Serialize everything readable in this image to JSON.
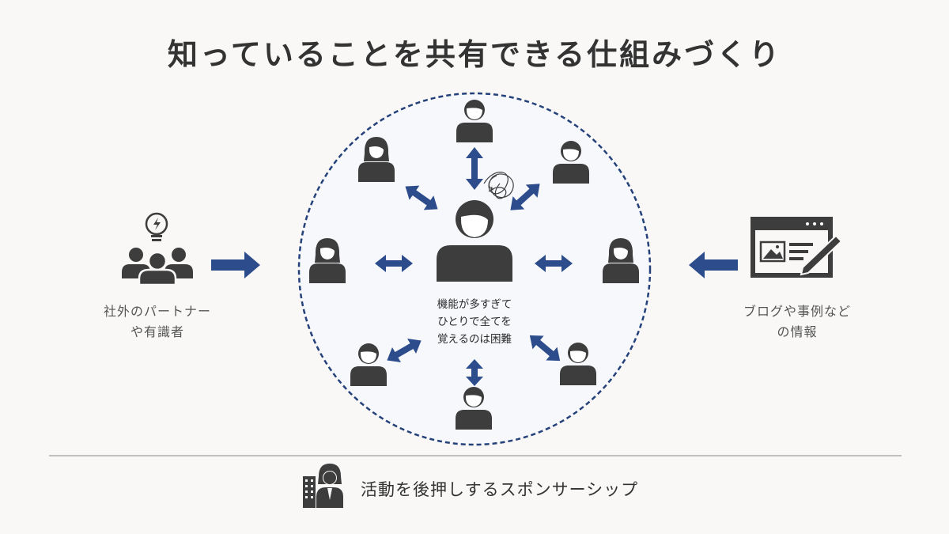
{
  "title": "知っていることを共有できる仕組みづくり",
  "left_caption": [
    "社外のパートナー",
    "や有識者"
  ],
  "right_caption": [
    "ブログや事例など",
    "の情報"
  ],
  "center_note": [
    "機能が多すぎて",
    "ひとりで全てを",
    "覚えるのは困難"
  ],
  "sponsor": "活動を後押しするスポンサーシップ",
  "colors": {
    "background": "#f9f8f7",
    "circle_fill": "#f6f8fb",
    "circle_border": "#24417a",
    "arrow": "#2d4c8c",
    "icon": "#3d3d3d",
    "divider": "#bfbfbf"
  },
  "icons": [
    "lightbulb-icon",
    "people-group-icon",
    "person-icon",
    "blog-editor-icon",
    "sponsor-icon",
    "tangled-thread-icon"
  ]
}
